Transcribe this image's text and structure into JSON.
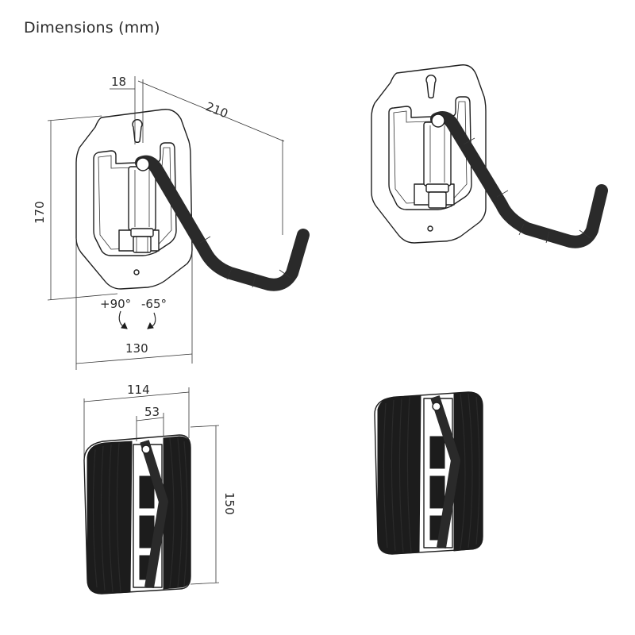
{
  "title": "Dimensions (mm)",
  "dimensions": {
    "offset": "18",
    "depth": "210",
    "height": "170",
    "width": "130",
    "rotation_up": "+90°",
    "rotation_down": "-65°",
    "folded_width": "114",
    "folded_depth": "53",
    "folded_height": "150"
  }
}
